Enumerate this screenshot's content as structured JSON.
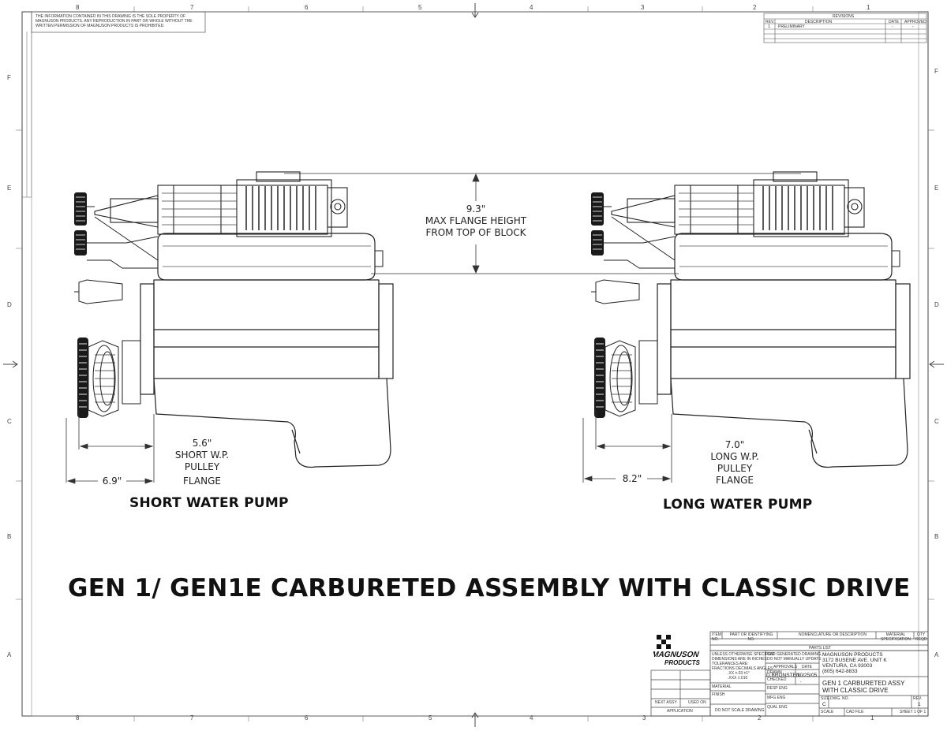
{
  "notice": "THE INFORMATION CONTAINED IN THIS DRAWING IS THE SOLE PROPERTY OF MAGNUSON PRODUCTS. ANY REPRODUCTION IN PART OR WHOLE WITHOUT THE WRITTEN PERMISSION OF MAGNUSON PRODUCTS IS PROHIBITED.",
  "zones": {
    "top": [
      "8",
      "7",
      "6",
      "5",
      "4",
      "3",
      "2",
      "1"
    ],
    "side": [
      "F",
      "E",
      "D",
      "C",
      "B",
      "A"
    ]
  },
  "revisions": {
    "title": "REVISIONS",
    "headers": [
      "REV.",
      "DESCRIPTION",
      "DATE",
      "APPROVED"
    ],
    "rows": [
      [
        "1",
        "PRELIMINARY",
        "-",
        "-"
      ]
    ]
  },
  "dimensions": {
    "flange_height": [
      "9.3\"",
      "MAX FLANGE HEIGHT",
      "FROM TOP OF BLOCK"
    ],
    "short_pulley": [
      "5.6\"",
      "SHORT W.P.",
      "PULLEY",
      "FLANGE"
    ],
    "short_overall": "6.9\"",
    "long_pulley": [
      "7.0\"",
      "LONG W.P.",
      "PULLEY",
      "FLANGE"
    ],
    "long_overall": "8.2\""
  },
  "labels": {
    "short_pump": "SHORT WATER PUMP",
    "long_pump": "LONG WATER PUMP",
    "main_title": "GEN 1/ GEN1E CARBURETED ASSEMBLY WITH CLASSIC DRIVE"
  },
  "title_block": {
    "logo": "MAGNUSON PRODUCTS",
    "parts_list_headers": [
      "ITEM NO.",
      "PART OR IDENTIFYING NO.",
      "NOMENCLATURE OR DESCRIPTION",
      "MATERIAL SPECIFICATION",
      "QTY REQD"
    ],
    "parts_list": "PARTS LIST",
    "tolerance_note": [
      "UNLESS OTHERWISE SPECIFIED",
      "DIMENSIONS ARE IN INCHES",
      "TOLERANCES ARE:",
      "FRACTIONS  DECIMALS  ANGLES",
      ".XX ±.03   ±1°",
      ".XXX ±.010"
    ],
    "cad_note": [
      "CAD GENERATED DRAWING,",
      "DO NOT MANUALLY UPDATE"
    ],
    "approvals": "APPROVALS",
    "date_label": "DATE",
    "drawn_label": "DRAWN",
    "drawn_by": "D.BRONSTEN",
    "drawn_date": "10/25/05",
    "checked": "CHECKED",
    "checked_value": "-",
    "resp_eng": "RESP ENG",
    "mfg_eng": "MFG ENG",
    "qual_eng": "QUAL ENG",
    "material": "MATERIAL",
    "finish": "FINISH",
    "company": [
      "MAGNUSON PRODUCTS",
      "3172 BUSENE AVE. UNIT K",
      "VENTURA, CA 93003",
      "(805) 642-8833"
    ],
    "drawing_title": [
      "GEN 1 CARBURETED ASSY",
      "WITH CLASSIC DRIVE"
    ],
    "size_label": "SIZE",
    "size": "C",
    "dwg_no_label": "DWG. NO.",
    "rev_label": "REV.",
    "rev": "1",
    "next_assy": "NEXT ASSY",
    "used_on": "USED ON",
    "application": "APPLICATION",
    "no_scale": "DO NOT SCALE DRAWING",
    "scale": "SCALE",
    "cad_file": "CAD FILE",
    "sheet": "SHEET  1  OF  1"
  }
}
